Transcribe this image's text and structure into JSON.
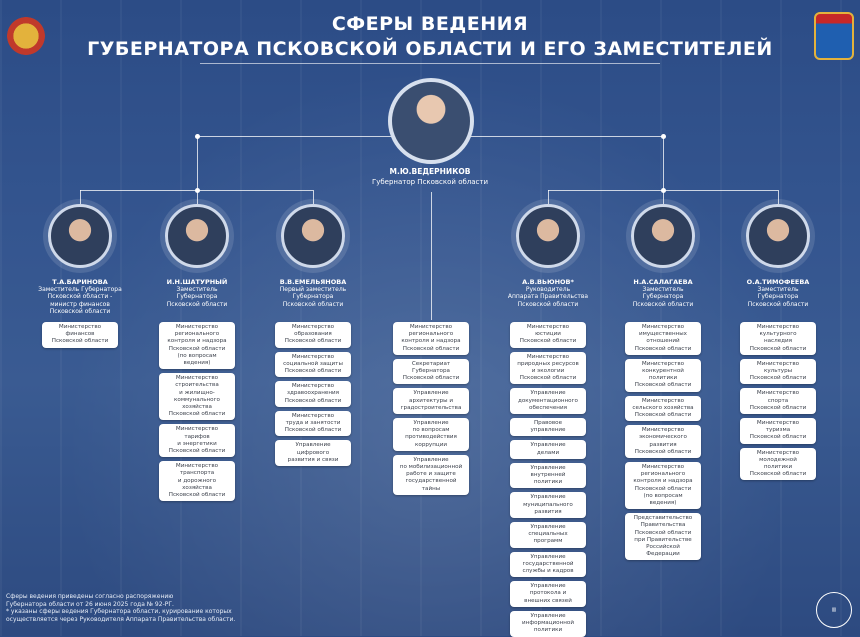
{
  "header": {
    "title_line1": "СФЕРЫ ВЕДЕНИЯ",
    "title_line2": "ГУБЕРНАТОРА ПСКОВСКОЙ ОБЛАСТИ И ЕГО ЗАМЕСТИТЕЛЕЙ"
  },
  "governor": {
    "name": "М.Ю.ВЕДЕРНИКОВ",
    "role": "Губернатор Псковской области"
  },
  "columns": [
    {
      "name": "Т.А.БАРИНОВА",
      "role": "Заместитель Губернатора\nПсковской области -\nминистр финансов\nПсковской области",
      "boxes": [
        "Министерство\nфинансов\nПсковской области"
      ]
    },
    {
      "name": "И.Н.ШАТУРНЫЙ",
      "role": "Заместитель\nГубернатора\nПсковской области",
      "boxes": [
        "Министерство\nрегионального\nконтроля и надзора\nПсковской области\n(по вопросам\nведения)",
        "Министерство\nстроительства\nи жилищно-\nкоммунального\nхозяйства\nПсковской области",
        "Министерство\nтарифов\nи энергетики\nПсковской области",
        "Министерство\nтранспорта\nи дорожного\nхозяйства\nПсковской области"
      ]
    },
    {
      "name": "В.В.ЕМЕЛЬЯНОВА",
      "role": "Первый заместитель\nГубернатора\nПсковской области",
      "boxes": [
        "Министерство\nобразования\nПсковской области",
        "Министерство\nсоциальной защиты\nПсковской области",
        "Министерство\nздравоохранения\nПсковской области",
        "Министерство\nтруда и занятости\nПсковской области",
        "Управление\nцифрового\nразвития и связи"
      ]
    },
    {
      "boxes": [
        "Министерство\nрегионального\nконтроля и надзора\nПсковской области",
        "Секретариат\nГубернатора\nПсковской области",
        "Управление\nархитектуры и\nградостроительства",
        "Управление\nпо вопросам\nпротиводействия\nкоррупции",
        "Управление\nпо мобилизационной\nработе и защите\nгосударственной\nтайны"
      ]
    },
    {
      "name": "А.В.ВЬЮНОВ*",
      "role": "Руководитель\nАппарата Правительства\nПсковской области",
      "boxes": [
        "Министерство\nюстиции\nПсковской области",
        "Министерство\nприродных ресурсов\nи экологии\nПсковской области",
        "Управление\nдокументационного\nобеспечения",
        "Правовое\nуправление",
        "Управление\nделами",
        "Управление\nвнутренней\nполитики",
        "Управление\nмуниципального\nразвития",
        "Управление\nспециальных\nпрограмм",
        "Управление\nгосударственной\nслужбы и кадров",
        "Управление\nпротокола и\nвнешних связей",
        "Управление\nинформационной\nполитики"
      ]
    },
    {
      "name": "Н.А.САЛАГАЕВА",
      "role": "Заместитель\nГубернатора\nПсковской области",
      "boxes": [
        "Министерство\nимущественных\nотношений\nПсковской области",
        "Министерство\nконкурентной\nполитики\nПсковской области",
        "Министерство\nсельского хозяйства\nПсковской области",
        "Министерство\nэкономического\nразвития\nПсковской области",
        "Министерство\nрегионального\nконтроля и надзора\nПсковской области\n(по вопросам\nведения)",
        "Представительство\nПравительства\nПсковской области\nпри Правительстве\nРоссийской\nФедерации"
      ]
    },
    {
      "name": "О.А.ТИМОФЕЕВА",
      "role": "Заместитель\nГубернатора\nПсковской области",
      "boxes": [
        "Министерство\nкультурного\nнаследия\nПсковской области",
        "Министерство\nкультуры\nПсковской области",
        "Министерство\nспорта\nПсковской области",
        "Министерство\nтуризма\nПсковской области",
        "Министерство\nмолодежной\nполитики\nПсковской области"
      ]
    }
  ],
  "footer": {
    "note": "Сферы ведения приведены согласно распоряжению\nГубернатора области от 26 июня 2025 года № 92-РГ.\n* указаны сферы ведения Губернатора области, курирование которых\nосуществляется через Руководителя Аппарата Правительства области."
  },
  "colors": {
    "background": "#34558f",
    "box": "#ffffff",
    "box_text": "#3a3f4a"
  }
}
